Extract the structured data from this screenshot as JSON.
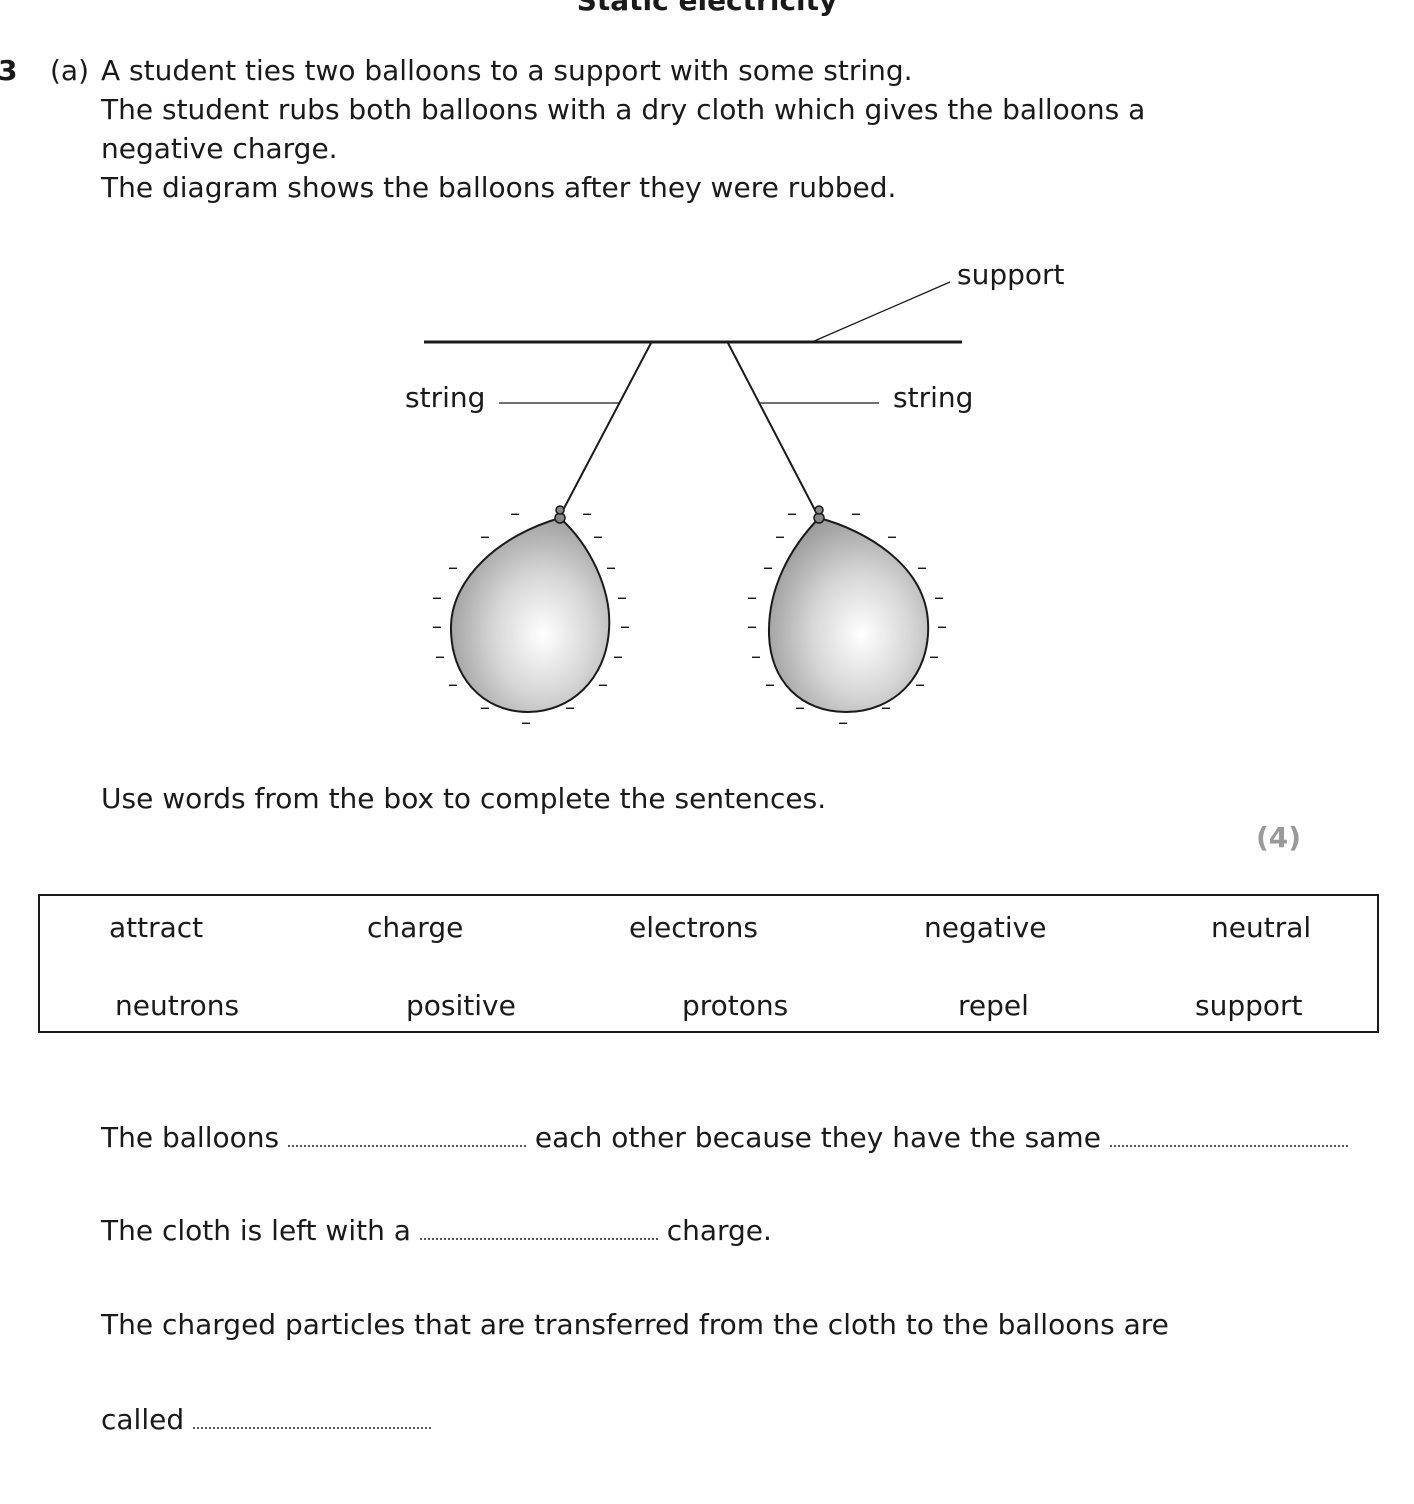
{
  "heading": "Static electricity",
  "question_number": "3",
  "part_label": "(a)",
  "intro_lines": [
    "A student ties two balloons to a support with some string.",
    "The student rubs both balloons with a dry cloth which gives the balloons a",
    "negative charge.",
    "The diagram shows the balloons after they were rubbed."
  ],
  "diagram_labels": {
    "support": "support",
    "string_left": "string",
    "string_right": "string",
    "charge_symbol": "–"
  },
  "instruction": "Use words from the box to complete the sentences.",
  "marks": "(4)",
  "word_box": {
    "row1": [
      "attract",
      "charge",
      "electrons",
      "negative",
      "neutral"
    ],
    "row2": [
      "neutrons",
      "positive",
      "protons",
      "repel",
      "support"
    ]
  },
  "sentences": {
    "s1_part1": "The balloons",
    "s1_part2": "each other because they have the same",
    "s2_part1": "The cloth is left with a",
    "s2_part2": "charge.",
    "s3_line1": "The charged particles that are transferred from the cloth to the balloons are",
    "s3_line2": "called"
  }
}
